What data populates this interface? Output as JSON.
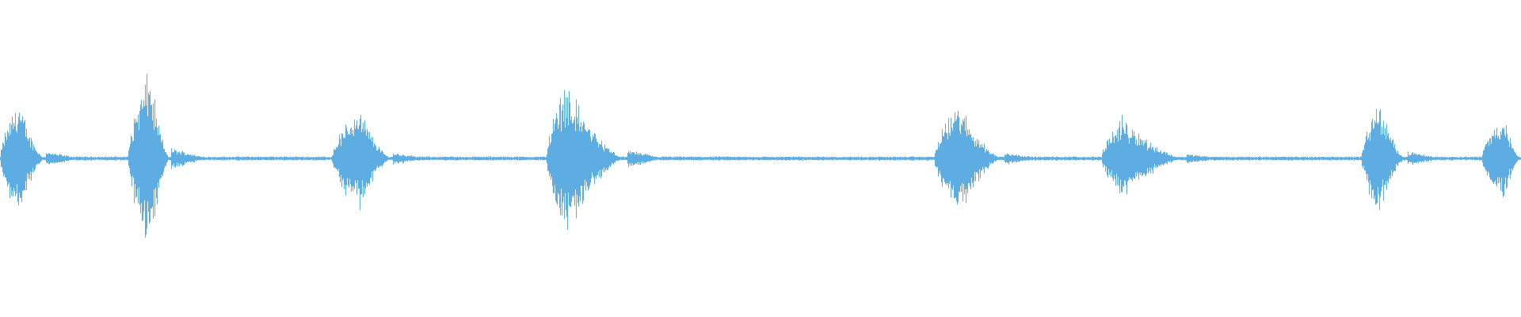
{
  "waveform": {
    "color": "#5DADE2",
    "background": "#ffffff",
    "bursts": [
      {
        "start": 0.0,
        "peak": 0.012,
        "end": 0.03,
        "amplitude": 0.34
      },
      {
        "start": 0.084,
        "peak": 0.098,
        "end": 0.112,
        "amplitude": 0.52
      },
      {
        "start": 0.218,
        "peak": 0.236,
        "end": 0.258,
        "amplitude": 0.3
      },
      {
        "start": 0.359,
        "peak": 0.372,
        "end": 0.412,
        "amplitude": 0.44
      },
      {
        "start": 0.614,
        "peak": 0.63,
        "end": 0.66,
        "amplitude": 0.32
      },
      {
        "start": 0.724,
        "peak": 0.738,
        "end": 0.78,
        "amplitude": 0.24
      },
      {
        "start": 0.895,
        "peak": 0.906,
        "end": 0.925,
        "amplitude": 0.34
      },
      {
        "start": 0.974,
        "peak": 0.988,
        "end": 1.0,
        "amplitude": 0.26
      }
    ],
    "baseline_noise": 0.012
  }
}
